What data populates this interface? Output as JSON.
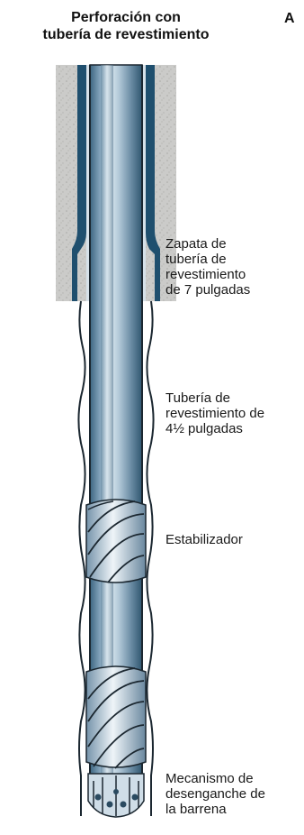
{
  "title": {
    "line1": "Perforación con",
    "line2": "tubería de revestimiento"
  },
  "corner_text": "A",
  "labels": {
    "shoe": {
      "l1": "Zapata de",
      "l2": "tubería de",
      "l3": "revestimiento",
      "l4": "de 7 pulgadas"
    },
    "casing": {
      "l1": "Tubería de",
      "l2": "revestimiento de",
      "l3": "4½ pulgadas"
    },
    "stabilizer": {
      "l1": "Estabilizador"
    },
    "release": {
      "l1": "Mecanismo de",
      "l2": "desenganche de",
      "l3": "la barrena"
    }
  },
  "colors": {
    "cement": "#c9c9c7",
    "casing_dark": "#1f4f6e",
    "pipe_light": "#dde9f1",
    "pipe_mid": "#7fa0b8",
    "pipe_dark": "#3c6580",
    "outline": "#1b2730"
  }
}
